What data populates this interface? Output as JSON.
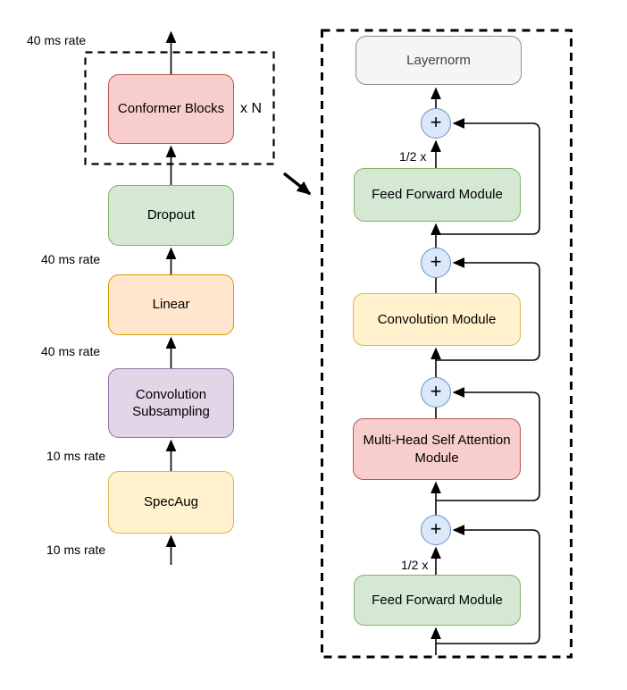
{
  "canvas": {
    "background": "#ffffff"
  },
  "palette": {
    "red_fill": "#f8cecc",
    "red_stroke": "#b85450",
    "green_fill": "#d5e8d4",
    "green_stroke": "#82b366",
    "orange_fill": "#ffe6cc",
    "orange_stroke": "#d79b00",
    "purple_fill": "#e1d5e7",
    "purple_stroke": "#9673a6",
    "yellow_fill": "#fff2cc",
    "yellow_stroke": "#d6b656",
    "gray_fill": "#f5f5f5",
    "gray_stroke": "#8c8c8c",
    "adder_fill": "#dae8fc",
    "adder_stroke": "#6c8ebf",
    "line_color": "#000000"
  },
  "encoder": {
    "blocks": [
      {
        "label": "Conformer Blocks"
      },
      {
        "label": "Dropout"
      },
      {
        "label": "Linear"
      },
      {
        "label": "Convolution Subsampling"
      },
      {
        "label": "SpecAug"
      }
    ],
    "repeat_label": "x N",
    "rate_labels": [
      "40 ms rate",
      "40 ms rate",
      "40 ms rate",
      "10 ms rate",
      "10 ms rate"
    ]
  },
  "detail": {
    "blocks": [
      {
        "label": "Layernorm"
      },
      {
        "label": "Feed Forward Module"
      },
      {
        "label": "Convolution Module"
      },
      {
        "label": "Multi-Head Self Attention Module"
      },
      {
        "label": "Feed Forward Module"
      }
    ],
    "half_labels": [
      "1/2 x",
      "1/2 x"
    ],
    "plus": "+"
  }
}
